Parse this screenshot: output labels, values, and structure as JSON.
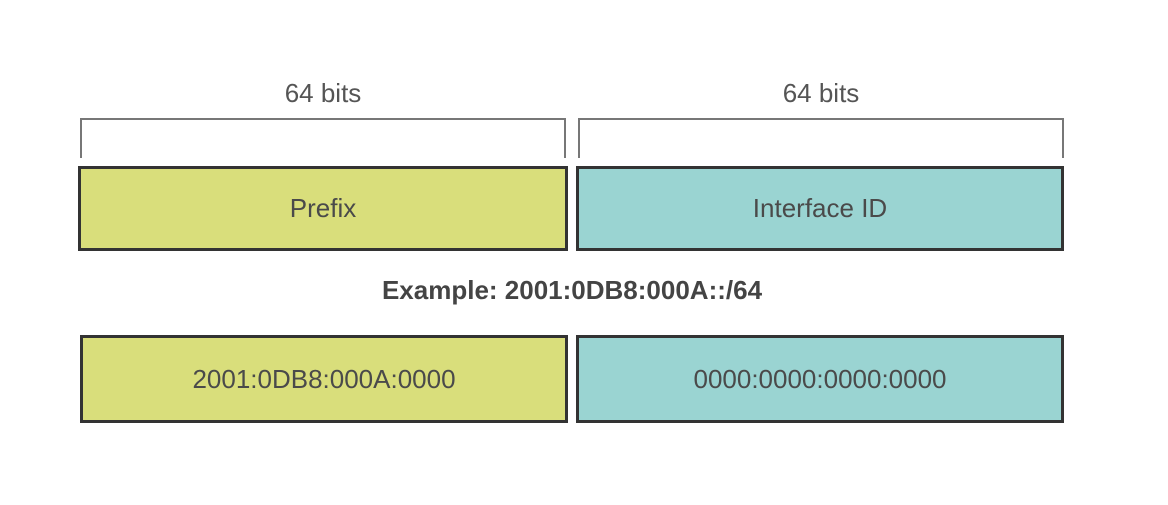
{
  "header": {
    "left_bits": "64 bits",
    "right_bits": "64 bits"
  },
  "structure": {
    "prefix_label": "Prefix",
    "interface_id_label": "Interface ID"
  },
  "example": {
    "title": "Example: 2001:0DB8:000A::/64",
    "prefix_value": "2001:0DB8:000A:0000",
    "interface_id_value": "0000:0000:0000:0000"
  },
  "colors": {
    "prefix": "#d9de7b",
    "interface_id": "#9ad4d2",
    "border": "#333333"
  }
}
